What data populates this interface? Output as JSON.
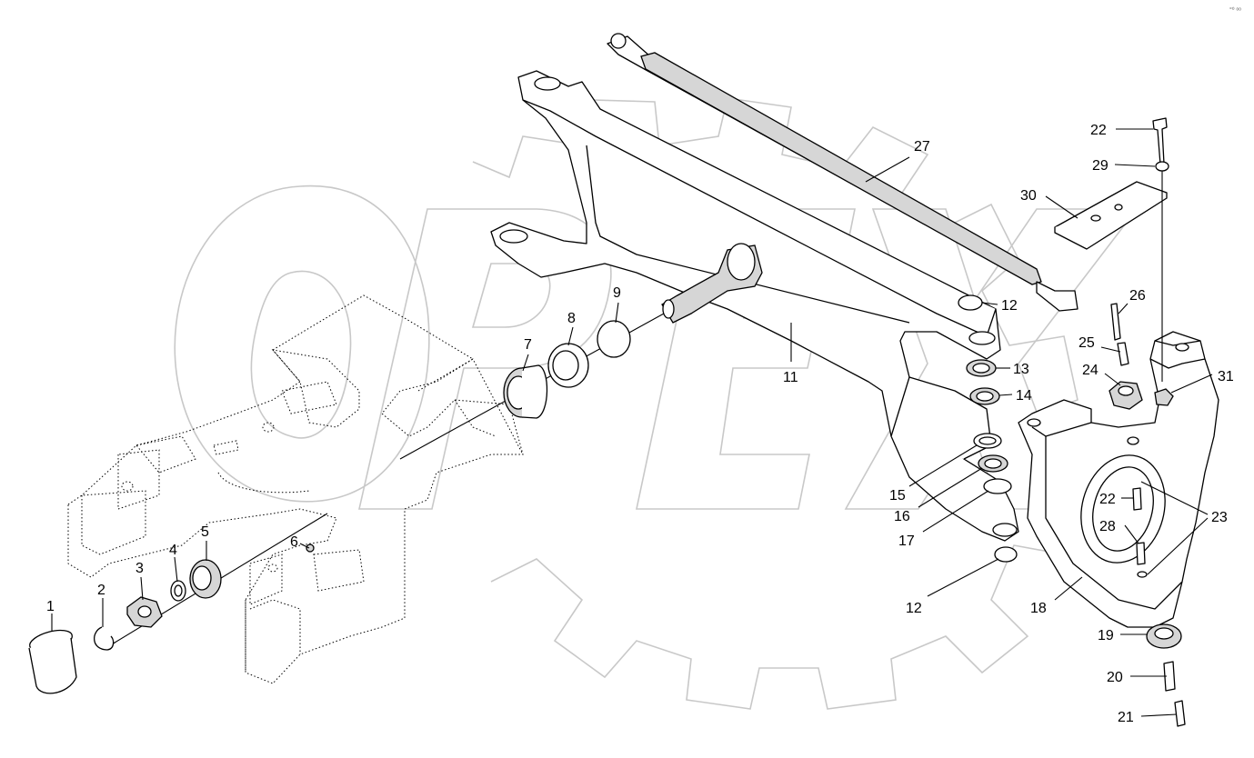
{
  "diagram": {
    "corner_mark": "°⁰ ᵒᵒ",
    "watermark_text": "OPEX",
    "callouts": [
      {
        "id": "c1",
        "text": "1"
      },
      {
        "id": "c2",
        "text": "2"
      },
      {
        "id": "c3",
        "text": "3"
      },
      {
        "id": "c4",
        "text": "4"
      },
      {
        "id": "c5",
        "text": "5"
      },
      {
        "id": "c6",
        "text": "6"
      },
      {
        "id": "c7",
        "text": "7"
      },
      {
        "id": "c8",
        "text": "8"
      },
      {
        "id": "c9",
        "text": "9"
      },
      {
        "id": "c11",
        "text": "11"
      },
      {
        "id": "c12a",
        "text": "12"
      },
      {
        "id": "c12b",
        "text": "12"
      },
      {
        "id": "c13",
        "text": "13"
      },
      {
        "id": "c14",
        "text": "14"
      },
      {
        "id": "c15",
        "text": "15"
      },
      {
        "id": "c16",
        "text": "16"
      },
      {
        "id": "c17",
        "text": "17"
      },
      {
        "id": "c18",
        "text": "18"
      },
      {
        "id": "c19",
        "text": "19"
      },
      {
        "id": "c20",
        "text": "20"
      },
      {
        "id": "c21",
        "text": "21"
      },
      {
        "id": "c22a",
        "text": "22"
      },
      {
        "id": "c22b",
        "text": "22"
      },
      {
        "id": "c23",
        "text": "23"
      },
      {
        "id": "c24",
        "text": "24"
      },
      {
        "id": "c25",
        "text": "25"
      },
      {
        "id": "c26",
        "text": "26"
      },
      {
        "id": "c27",
        "text": "27"
      },
      {
        "id": "c28",
        "text": "28"
      },
      {
        "id": "c29",
        "text": "29"
      },
      {
        "id": "c30",
        "text": "30"
      },
      {
        "id": "c31",
        "text": "31"
      }
    ]
  }
}
